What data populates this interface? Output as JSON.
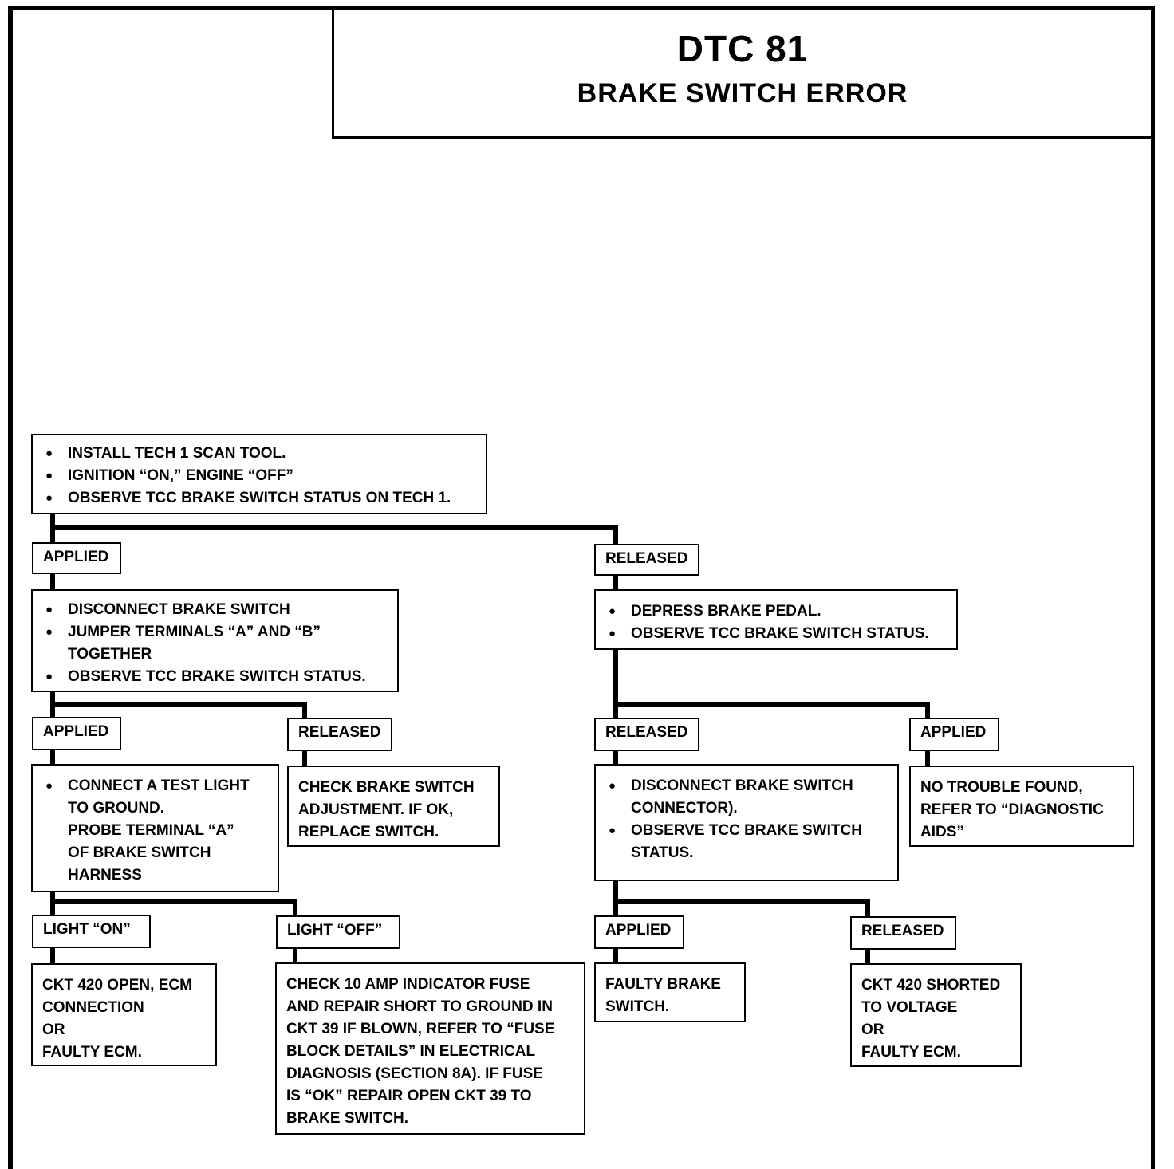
{
  "title": {
    "code": "DTC 81",
    "subtitle": "BRAKE SWITCH ERROR"
  },
  "start": {
    "bullets": [
      "INSTALL TECH 1 SCAN TOOL.",
      "IGNITION “ON,” ENGINE “OFF”",
      "OBSERVE TCC BRAKE SWITCH STATUS ON TECH 1."
    ]
  },
  "left_branch": {
    "label": "APPLIED",
    "step": {
      "bullets": [
        "DISCONNECT BRAKE SWITCH",
        "JUMPER TERMINALS “A” AND “B” TOGETHER",
        "OBSERVE TCC BRAKE SWITCH STATUS."
      ]
    },
    "applied": {
      "label": "APPLIED",
      "step": {
        "bullets": [
          "CONNECT A TEST LIGHT TO GROUND."
        ],
        "extra_lines": [
          "PROBE TERMINAL “A”",
          "OF BRAKE SWITCH",
          "HARNESS"
        ]
      },
      "light_on": {
        "label": "LIGHT “ON”",
        "result_lines": [
          "CKT 420 OPEN, ECM",
          "CONNECTION",
          "OR",
          "FAULTY ECM."
        ]
      },
      "light_off": {
        "label": "LIGHT “OFF”",
        "result_lines": [
          "CHECK 10 AMP INDICATOR FUSE",
          "AND REPAIR SHORT TO GROUND IN",
          "CKT 39 IF BLOWN, REFER TO “FUSE",
          "BLOCK DETAILS” IN ELECTRICAL",
          "DIAGNOSIS (SECTION 8A).  IF FUSE",
          "IS “OK” REPAIR OPEN CKT 39 TO",
          "BRAKE SWITCH."
        ]
      }
    },
    "released": {
      "label": "RELEASED",
      "result_lines": [
        "CHECK BRAKE SWITCH",
        "ADJUSTMENT.  IF OK,",
        "REPLACE SWITCH."
      ]
    }
  },
  "right_branch": {
    "label": "RELEASED",
    "step": {
      "bullets": [
        "DEPRESS BRAKE PEDAL.",
        "OBSERVE TCC BRAKE SWITCH STATUS."
      ]
    },
    "released": {
      "label": "RELEASED",
      "step": {
        "bullets": [
          "DISCONNECT BRAKE SWITCH CONNECTOR).",
          "OBSERVE TCC BRAKE SWITCH STATUS."
        ]
      },
      "applied": {
        "label": "APPLIED",
        "result_lines": [
          "FAULTY BRAKE",
          "SWITCH."
        ]
      },
      "released": {
        "label": "RELEASED",
        "result_lines": [
          "CKT 420 SHORTED",
          "TO VOLTAGE",
          "OR",
          "FAULTY ECM."
        ]
      }
    },
    "applied": {
      "label": "APPLIED",
      "result_lines": [
        "NO TROUBLE FOUND,",
        "REFER TO “DIAGNOSTIC",
        "AIDS”"
      ]
    }
  }
}
